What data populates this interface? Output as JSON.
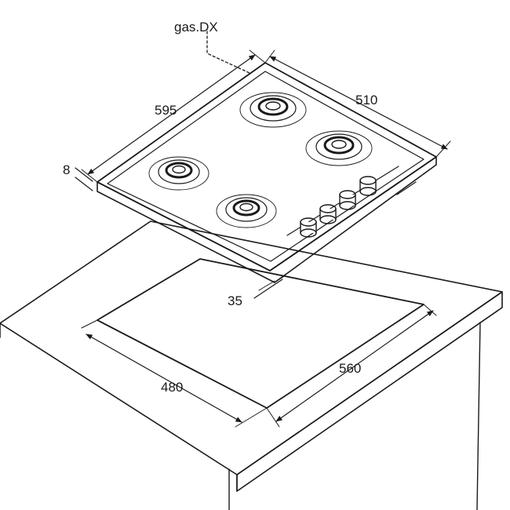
{
  "drawing": {
    "labels": {
      "gas_connection": "gas.DX",
      "hob_depth": "595",
      "hob_width": "510",
      "hob_thickness": "8",
      "front_offset": "35",
      "cutout_depth": "480",
      "cutout_width": "560"
    },
    "hob": {
      "burners": 4,
      "control_knobs": 4
    },
    "colors": {
      "line": "#1a1a1a",
      "background": "#ffffff",
      "burner_tint": "#d9d9d9"
    }
  }
}
